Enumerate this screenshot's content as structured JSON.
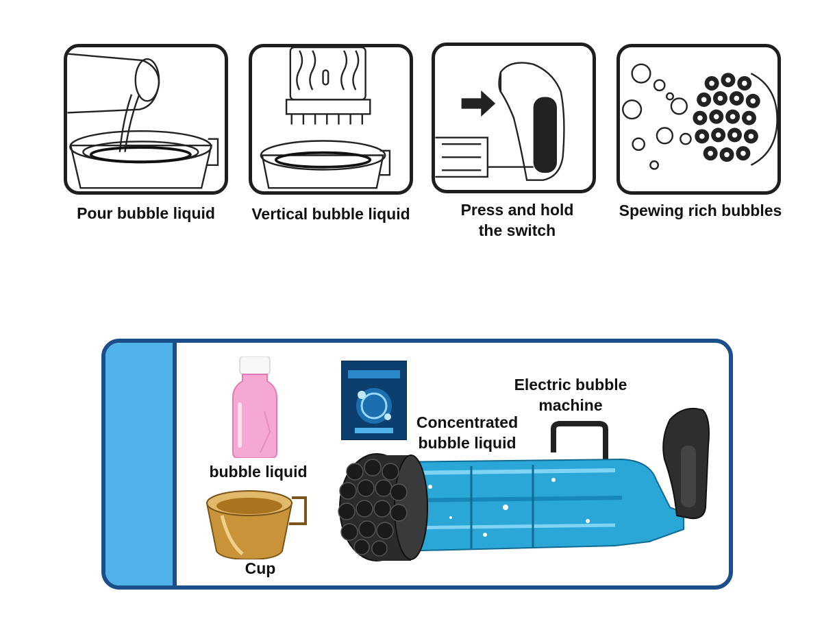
{
  "steps": [
    {
      "caption": "Pour bubble liquid",
      "icon": "pour-liquid-icon"
    },
    {
      "caption": "Vertical bubble liquid",
      "icon": "vertical-machine-icon"
    },
    {
      "caption": "Press and hold the switch",
      "icon": "press-switch-icon"
    },
    {
      "caption": "Spewing rich bubbles",
      "icon": "spewing-bubbles-icon"
    }
  ],
  "kit": {
    "bottle_label": "bubble liquid",
    "packet_label": "Concentrated bubble liquid",
    "machine_label": "Electric bubble machine",
    "cup_label": "Cup"
  },
  "colors": {
    "frame": "#1a4f8a",
    "stripe": "#4fb3ea",
    "machine_body": "#2aa7d6",
    "bottle": "#f3a6cf",
    "cup": "#c9933a"
  }
}
